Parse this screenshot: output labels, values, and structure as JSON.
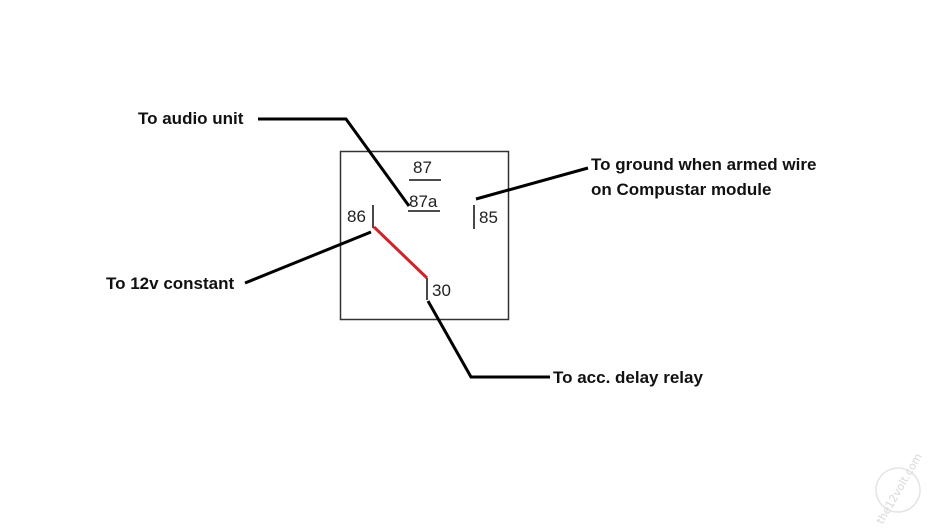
{
  "labels": {
    "audio": "To audio unit",
    "ground_line1": "To ground when armed wire",
    "ground_line2": "on Compustar module",
    "constant": "To 12v constant",
    "acc": "To acc. delay relay"
  },
  "pins": {
    "p87": "87",
    "p87a": "87a",
    "p86": "86",
    "p85": "85",
    "p30": "30"
  },
  "watermark": "the12volt.com",
  "colors": {
    "wire": "#000000",
    "red_link": "#d2232a",
    "relay_outline": "#333333"
  }
}
